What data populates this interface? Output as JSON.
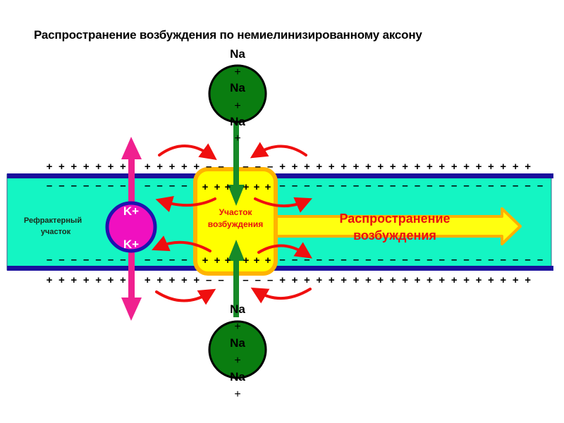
{
  "title": "Распространение возбуждения по немиелинизированному аксону",
  "colors": {
    "axon_fill": "#14f5c3",
    "membrane": "#1a0f9c",
    "excitation_fill": "#ffff00",
    "excitation_border": "#ffb300",
    "excitation_text": "#e81010",
    "sodium_channel": "#0a7d10",
    "sodium_arrow": "#178a28",
    "potassium_channel": "#f010c0",
    "potassium_border": "#2010b0",
    "potassium_arrow": "#f0208f",
    "current_arrow": "#ef0f0f",
    "propagation_arrow_fill": "#ffff10",
    "propagation_arrow_border": "#ffb000",
    "propagation_text": "#e81010"
  },
  "sodium_top": {
    "ion_label_1": "Na",
    "plus_1": "+",
    "ion_label_2": "Na",
    "plus_2": "+",
    "ion_label_3": "Na",
    "plus_3": "+"
  },
  "sodium_bottom": {
    "ion_label_1": "Na",
    "plus_1": "+",
    "ion_label_2": "Na",
    "plus_2": "+",
    "ion_label_3": "Na",
    "plus_3": "+"
  },
  "potassium": {
    "ion_label_1": "K+",
    "ion_label_2": "K+"
  },
  "refractory_label": {
    "line1": "Рефрактерный",
    "line2": "участок"
  },
  "excitation_zone": {
    "line1": "Участок",
    "line2": "возбуждения"
  },
  "propagation": {
    "line1": "Распространение",
    "line2": "возбуждения"
  },
  "charges": {
    "outer_top": "+ + + + + + + + + + + + + + – – – – – – + + + + + + + + + + + + + + + + + + + + + + + +",
    "inner_top_left": "– – – – – – – – – – – – – – – –",
    "inner_zone": "+ + + + + +",
    "inner_right": "– – – – – – – – – – – – – – – – – – – – – – –",
    "plus": "+",
    "minus": "–"
  }
}
